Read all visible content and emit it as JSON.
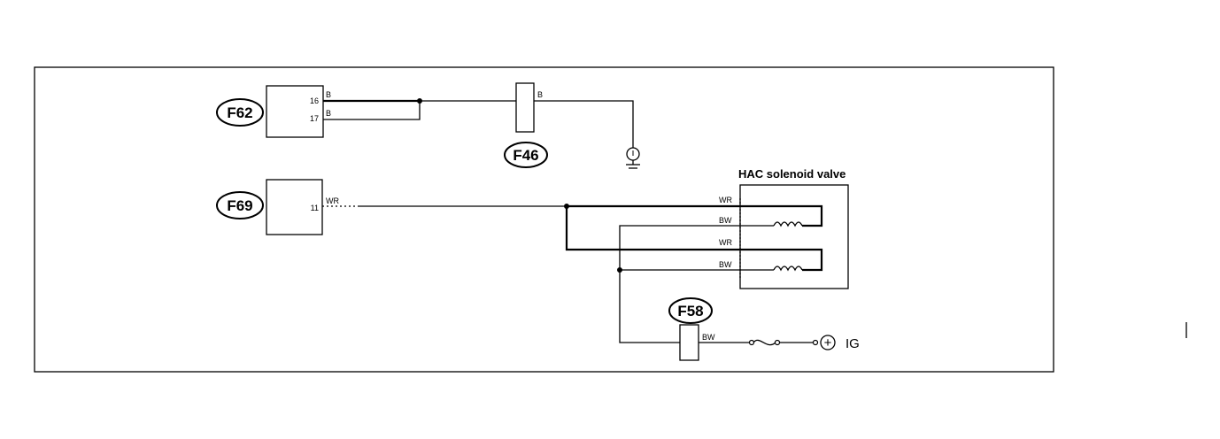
{
  "connectors": {
    "f62": "F62",
    "f69": "F69",
    "f46": "F46",
    "f58": "F58"
  },
  "pins": {
    "f62_pin_top": "16",
    "f62_pin_bottom": "17",
    "f69_pin": "11"
  },
  "wire_colors": {
    "f62_top": "B",
    "f62_bottom": "B",
    "f46": "B",
    "f69": "WR",
    "valve_wr_1": "WR",
    "valve_bw_1": "BW",
    "valve_wr_2": "WR",
    "valve_bw_2": "BW",
    "f58": "BW"
  },
  "labels": {
    "hac_valve_title": "HAC solenoid valve",
    "ig": "IG",
    "plus_symbol": "+"
  }
}
